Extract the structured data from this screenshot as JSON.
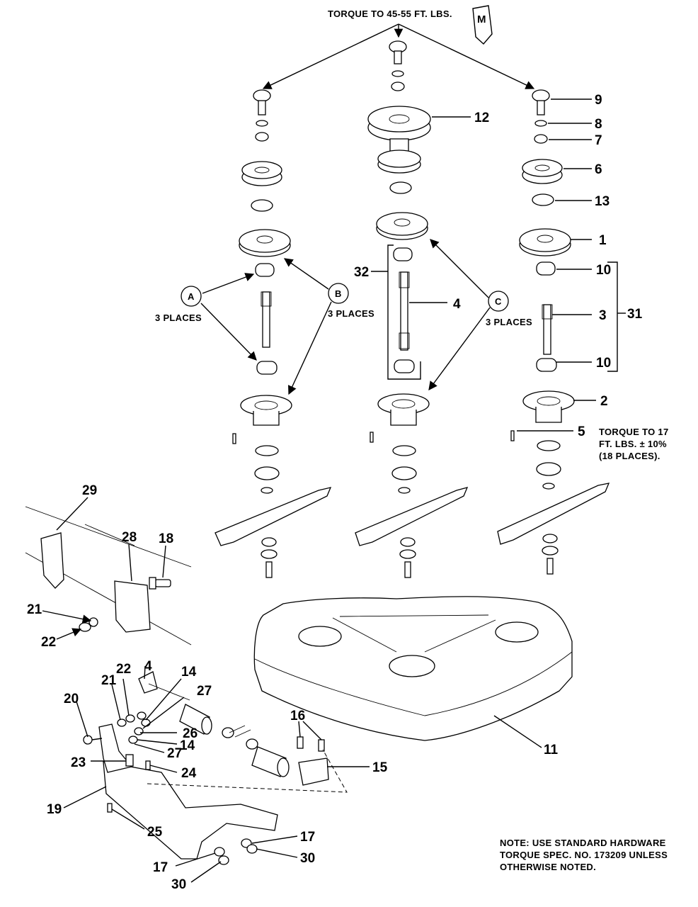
{
  "notes": {
    "torque_top": "TORQUE TO 45-55 FT. LBS.",
    "torque_side_1": "TORQUE TO 17",
    "torque_side_2": "FT. LBS. ± 10%",
    "torque_side_3": "(18 PLACES).",
    "footer_1": "NOTE: USE STANDARD HARDWARE",
    "footer_2": "TORQUE SPEC. NO. 173209 UNLESS",
    "footer_3": "OTHERWISE NOTED."
  },
  "callout_letters": {
    "m": "M",
    "a": "A",
    "b": "B",
    "c": "C",
    "places_a": "3 PLACES",
    "places_b": "3 PLACES",
    "places_c": "3 PLACES"
  },
  "part_labels": {
    "p9": "9",
    "p8": "8",
    "p7": "7",
    "p6": "6",
    "p13": "13",
    "p1": "1",
    "p10a": "10",
    "p10b": "10",
    "p3": "3",
    "p31": "31",
    "p2": "2",
    "p5": "5",
    "p12": "12",
    "p32": "32",
    "p4": "4",
    "p11": "11",
    "p29": "29",
    "p28": "28",
    "p18": "18",
    "p21a": "21",
    "p22a": "22",
    "p4b": "4",
    "p22b": "22",
    "p21b": "21",
    "p14a": "14",
    "p27a": "27",
    "p20": "20",
    "p26": "26",
    "p14b": "14",
    "p27b": "27",
    "p23": "23",
    "p24": "24",
    "p16": "16",
    "p15": "15",
    "p19": "19",
    "p25": "25",
    "p17a": "17",
    "p17b": "17",
    "p30a": "30",
    "p30b": "30"
  }
}
